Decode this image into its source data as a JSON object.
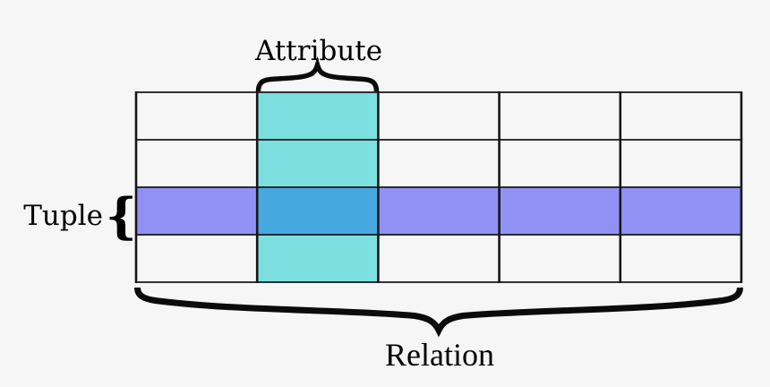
{
  "title": "Relational database terms diagram",
  "labels": {
    "attribute": "Attribute",
    "tuple": "Tuple",
    "relation": "Relation",
    "tuple_brace": "{"
  },
  "table": {
    "columns": 5,
    "rows": 4,
    "highlighted_column": 2,
    "highlighted_row": 3
  },
  "colors": {
    "background": "#f6f6f6",
    "attribute_column": "#7de0e0",
    "tuple_row": "#9191f5",
    "intersection_cell": "#47a8e0",
    "grid_line": "#161616",
    "text": "#000000",
    "brace": "#0b0b0b"
  }
}
